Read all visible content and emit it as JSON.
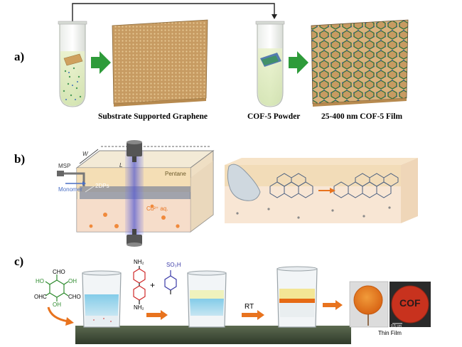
{
  "panel_a": {
    "label": "a)",
    "captions": {
      "graphene": "Substrate Supported Graphene",
      "powder": "COF-5 Powder",
      "film": "25-400 nm COF-5 Film"
    }
  },
  "panel_b": {
    "label": "b)",
    "labels": {
      "w": "W",
      "l": "L",
      "msp": "MSP",
      "pentane": "Pentane",
      "twodps": "2DPs",
      "monomer": "Monomer",
      "cu": "Cu²⁺ aq."
    }
  },
  "panel_c": {
    "label": "c)",
    "rt": "RT",
    "thin_film": "Thin Film",
    "cof_text": "COF",
    "scale": "0.5 cm",
    "plus": "+",
    "molecules": {
      "cho_top": "CHO",
      "ho": "HO",
      "oh": "OH",
      "ohc": "OHC",
      "cho_right": "CHO",
      "oh_bottom": "OH",
      "nh2_top": "NH₂",
      "nh2_bottom": "NH₂",
      "so3h": "SO₃H"
    }
  },
  "colors": {
    "arrow_green": "#2e9b3a",
    "arrow_orange": "#e8731e",
    "graphene_gold": "#c9a56b",
    "cof_blue": "#3a5fb0",
    "cof_green": "#3a9a4a",
    "cof_orange": "#e66a14",
    "cof_red": "#c8321e"
  }
}
